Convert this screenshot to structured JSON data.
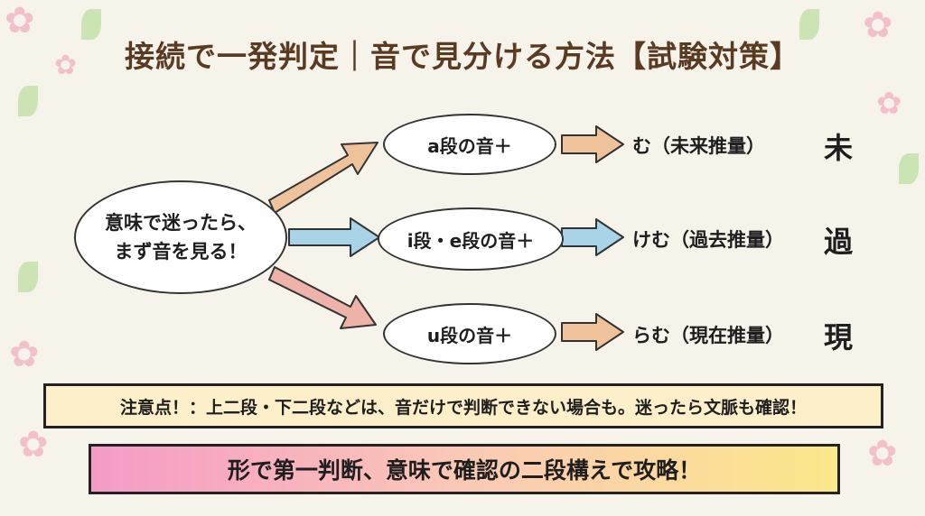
{
  "title": "接続で一発判定｜音で見分ける方法【試験対策】",
  "start": {
    "line1": "意味で迷ったら、",
    "line2": "まず音を見る！"
  },
  "branches": [
    {
      "condition": "a段の音＋",
      "result": "む（未来推量）",
      "kanji": "未",
      "color": "#eec39c"
    },
    {
      "condition": "i段・e段の音＋",
      "result": "けむ（過去推量）",
      "kanji": "過",
      "color": "#a9d3e6"
    },
    {
      "condition": "u段の音＋",
      "result": "らむ（現在推量）",
      "kanji": "現",
      "color": "#efb2a8"
    }
  ],
  "note": "注意点！：上二段・下二段などは、音だけで判断できない場合も。迷ったら文脈も確認！",
  "banner": "形で第一判断、意味で確認の二段構えで攻略！"
}
